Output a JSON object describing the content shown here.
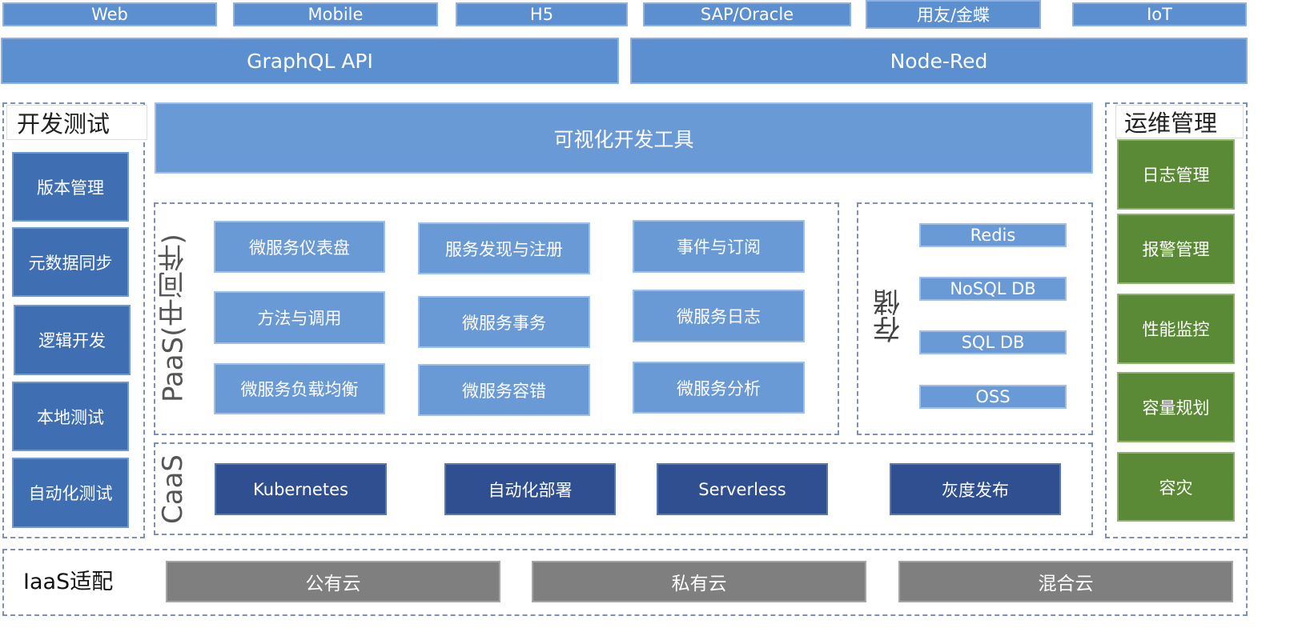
{
  "clients": [
    "Web",
    "Mobile",
    "H5",
    "SAP/Oracle",
    "用友/金蝶",
    "IoT"
  ],
  "api": {
    "graphql": "GraphQL API",
    "nodered": "Node-Red"
  },
  "devtest": {
    "title": "开发测试",
    "items": [
      "版本管理",
      "元数据同步",
      "逻辑开发",
      "本地测试",
      "自动化测试"
    ]
  },
  "visual_tool": "可视化开发工具",
  "paas": {
    "label": "PaaS(中间件)",
    "items": [
      "微服务仪表盘",
      "服务发现与注册",
      "事件与订阅",
      "方法与调用",
      "微服务事务",
      "微服务日志",
      "微服务负载均衡",
      "微服务容错",
      "微服务分析"
    ]
  },
  "storage": {
    "label": "存储",
    "items": [
      "Redis",
      "NoSQL DB",
      "SQL DB",
      "OSS"
    ]
  },
  "caas": {
    "label": "CaaS",
    "items": [
      "Kubernetes",
      "自动化部署",
      "Serverless",
      "灰度发布"
    ]
  },
  "ops": {
    "title": "运维管理",
    "items": [
      "日志管理",
      "报警管理",
      "性能监控",
      "容量规划",
      "容灾"
    ]
  },
  "iaas": {
    "label": "IaaS适配",
    "items": [
      "公有云",
      "私有云",
      "混合云"
    ]
  },
  "colors": {
    "light_blue": "#5b8fd0",
    "mid_blue": "#3f6fb2",
    "dark_blue": "#2f4f90",
    "green": "#5a8a35",
    "grey": "#7f7f7f"
  }
}
